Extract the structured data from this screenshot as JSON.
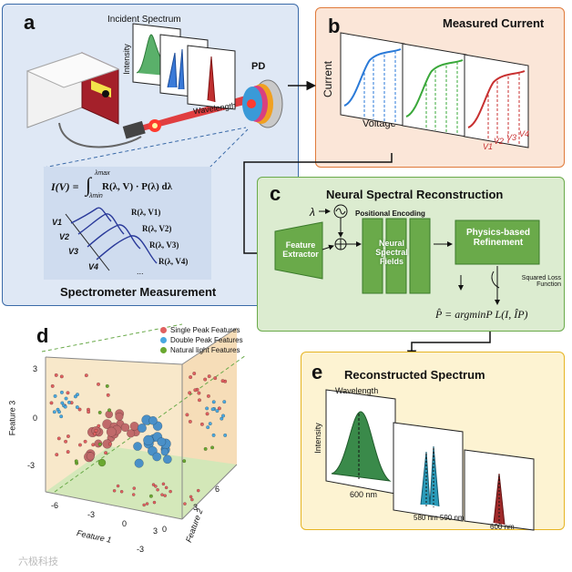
{
  "panel_a": {
    "label": "a",
    "incident_spectrum": "Incident Spectrum",
    "intensity": "Intensity",
    "wavelength": "Wavelength",
    "pd": "PD",
    "equation": "I(V) = ∫λmin→λmax R(λ,V) · P(λ) dλ",
    "eq_lhs": "I(V) =",
    "eq_rhs": "R(λ, V) · P(λ) dλ",
    "eq_upper": "λmax",
    "eq_lower": "λmin",
    "v_labels": [
      "V1",
      "V2",
      "V3",
      "V4"
    ],
    "r_labels": [
      "R(λ, V1)",
      "R(λ, V2)",
      "R(λ, V3)",
      "R(λ, V4)"
    ],
    "dots": "...",
    "title": "Spectrometer Measurement"
  },
  "panel_b": {
    "label": "b",
    "title": "Measured Current",
    "current": "Current",
    "voltage": "Voltage",
    "v_ticks": [
      "V1",
      "V2",
      "V3",
      "V4"
    ]
  },
  "panel_c": {
    "label": "c",
    "title": "Neural Spectral Reconstruction",
    "lambda": "λ",
    "positional_encoding": "Positional Encoding",
    "feature_extractor": "Feature Extractor",
    "nsf": "Neural Spectral Fields",
    "physics": "Physics-based Refinement",
    "loss": "Squared Loss Function",
    "argmin": "P̂ = argminP L(I, ÎP)"
  },
  "panel_d": {
    "label": "d",
    "legend": [
      "Single Peak Features",
      "Double Peak Features",
      "Natural light Features"
    ],
    "axis_feature1": "Feature 1",
    "axis_feature2": "Feature 2",
    "axis_feature3": "Feature 3",
    "ticks_f1": [
      "-6",
      "-3",
      "0",
      "3"
    ],
    "ticks_f2": [
      "-3",
      "0",
      "3",
      "6"
    ],
    "ticks_f3": [
      "3",
      "0",
      "-3"
    ]
  },
  "panel_e": {
    "label": "e",
    "title": "Reconstructed Spectrum",
    "intensity": "Intensity",
    "wavelength": "Wavelength",
    "peak1": "600 nm",
    "peak2": "580 nm 590 nm",
    "peak3": "600 nm"
  },
  "watermark": "六极科技",
  "colors": {
    "a_bg": "#dfe8f5",
    "a_border": "#3a6aa8",
    "b_bg": "#fbe6d8",
    "b_border": "#e07a3a",
    "c_bg": "#dcecd0",
    "c_border": "#6aaa4a",
    "e_bg": "#fdf3d2",
    "e_border": "#e6b422",
    "single": "#e06060",
    "double": "#4aa8e0",
    "natural": "#6aa830"
  }
}
